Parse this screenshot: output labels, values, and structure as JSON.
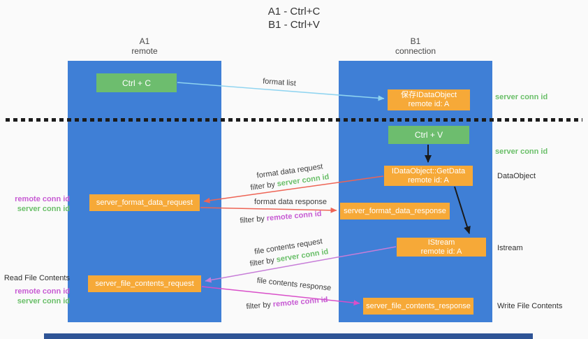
{
  "title": {
    "line1": "A1 - Ctrl+C",
    "line2": "B1 - Ctrl+V"
  },
  "lanes": {
    "left": {
      "name": "A1",
      "subtitle": "remote"
    },
    "right": {
      "name": "B1",
      "subtitle": "connection"
    }
  },
  "nodes": {
    "ctrl_c": {
      "label": "Ctrl + C"
    },
    "ctrl_v": {
      "label": "Ctrl + V"
    },
    "save_dataobject": {
      "line1": "保存IDataObject",
      "line2": "remote id: A"
    },
    "getdata": {
      "line1": "IDataObject::GetData",
      "line2": "remote id: A"
    },
    "istream": {
      "line1": "IStream",
      "line2": "remote id: A"
    },
    "format_request": {
      "label": "server_format_data_request"
    },
    "format_response": {
      "label": "server_format_data_response"
    },
    "file_request": {
      "label": "server_file_contents_request"
    },
    "file_response": {
      "label": "server_file_contents_response"
    }
  },
  "arrow_labels": {
    "format_list": "format list",
    "format_data_request": "format data request",
    "format_data_response": "format data response",
    "file_contents_request": "file contents request",
    "file_contents_response": "file contents response",
    "filter_by": "filter by",
    "server_conn_id": "server conn id",
    "remote_conn_id": "remote conn id"
  },
  "side_labels": {
    "server_conn_id": "server conn id",
    "remote_conn_id": "remote conn id",
    "dataobject": "DataObject",
    "istream": "Istream",
    "write_file_contents": "Write File Contents",
    "read_file_contents": "Read File Contents"
  },
  "colors": {
    "lane_blue": "#3f7fd6",
    "green": "#6dbd6e",
    "orange": "#f6a938",
    "arrow_blue": "#8fd4f0",
    "arrow_red": "#ee6455",
    "arrow_violet": "#c77dd8",
    "arrow_magenta": "#d94fc9",
    "arrow_black": "#1a1a1a",
    "text_green": "#6abf69",
    "text_magenta": "#c75bd3",
    "bottom_bar": "#2e5496"
  }
}
